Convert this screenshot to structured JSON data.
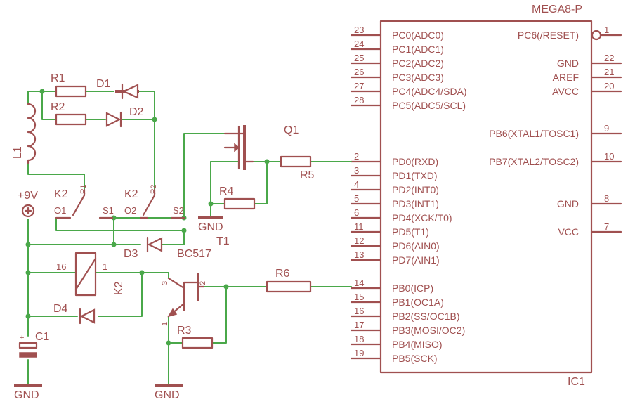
{
  "ic": {
    "name": "IC1",
    "part": "MEGA8-P",
    "left_pins": [
      {
        "num": "23",
        "label": "PC0(ADC0)"
      },
      {
        "num": "24",
        "label": "PC1(ADC1)"
      },
      {
        "num": "25",
        "label": "PC2(ADC2)"
      },
      {
        "num": "26",
        "label": "PC3(ADC3)"
      },
      {
        "num": "27",
        "label": "PC4(ADC4/SDA)"
      },
      {
        "num": "28",
        "label": "PC5(ADC5/SCL)"
      },
      {
        "num": "2",
        "label": "PD0(RXD)"
      },
      {
        "num": "3",
        "label": "PD1(TXD)"
      },
      {
        "num": "4",
        "label": "PD2(INT0)"
      },
      {
        "num": "5",
        "label": "PD3(INT1)"
      },
      {
        "num": "6",
        "label": "PD4(XCK/T0)"
      },
      {
        "num": "11",
        "label": "PD5(T1)"
      },
      {
        "num": "12",
        "label": "PD6(AIN0)"
      },
      {
        "num": "13",
        "label": "PD7(AIN1)"
      },
      {
        "num": "14",
        "label": "PB0(ICP)"
      },
      {
        "num": "15",
        "label": "PB1(OC1A)"
      },
      {
        "num": "16",
        "label": "PB2(SS/OC1B)"
      },
      {
        "num": "17",
        "label": "PB3(MOSI/OC2)"
      },
      {
        "num": "18",
        "label": "PB4(MISO)"
      },
      {
        "num": "19",
        "label": "PB5(SCK)"
      }
    ],
    "right_pins": [
      {
        "num": "1",
        "label": "PC6(/RESET)"
      },
      {
        "num": "22",
        "label": "GND"
      },
      {
        "num": "21",
        "label": "AREF"
      },
      {
        "num": "20",
        "label": "AVCC"
      },
      {
        "num": "9",
        "label": "PB6(XTAL1/TOSC1)"
      },
      {
        "num": "10",
        "label": "PB7(XTAL2/TOSC2)"
      },
      {
        "num": "8",
        "label": "GND"
      },
      {
        "num": "7",
        "label": "VCC"
      }
    ]
  },
  "components": {
    "r1": "R1",
    "r2": "R2",
    "r3": "R3",
    "r4": "R4",
    "r5": "R5",
    "r6": "R6",
    "d1": "D1",
    "d2": "D2",
    "d3": "D3",
    "d4": "D4",
    "l1": "L1",
    "c1": "C1",
    "q1": "Q1",
    "t1": "T1",
    "t1_part": "BC517",
    "k2_relay": "K2",
    "k2_sw1": "K2",
    "k2_sw2": "K2"
  },
  "contacts": {
    "p1": "P1",
    "o1": "O1",
    "s1": "S1",
    "p2": "P2",
    "o2": "O2",
    "s2": "S2"
  },
  "pin_numbers": {
    "relay_16": "16",
    "relay_1": "1",
    "t1_1": "1",
    "t1_2": "2",
    "t1_3": "3",
    "c1_plus": "+"
  },
  "power": {
    "supply": "+9V",
    "gnd_left": "GND",
    "gnd_mid": "GND",
    "gnd_q1": "GND"
  }
}
